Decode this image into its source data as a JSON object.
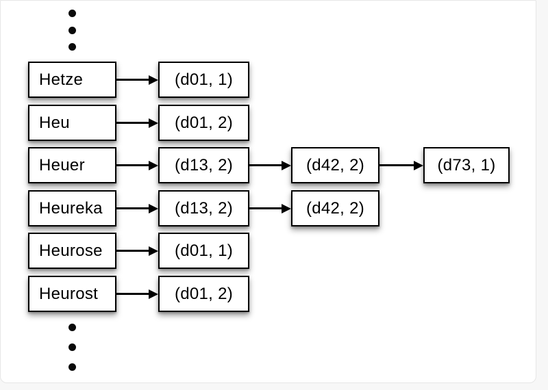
{
  "diagram": {
    "type": "inverted-index-postings",
    "rows": [
      {
        "term": "Hetze",
        "postings": [
          "(d01, 1)"
        ]
      },
      {
        "term": "Heu",
        "postings": [
          "(d01, 2)"
        ]
      },
      {
        "term": "Heuer",
        "postings": [
          "(d13, 2)",
          "(d42, 2)",
          "(d73, 1)"
        ]
      },
      {
        "term": "Heureka",
        "postings": [
          "(d13, 2)",
          "(d42, 2)"
        ]
      },
      {
        "term": "Heurose",
        "postings": [
          "(d01, 1)"
        ]
      },
      {
        "term": "Heurost",
        "postings": [
          "(d01, 2)"
        ]
      }
    ],
    "ellipsis_top_dots": 3,
    "ellipsis_bottom_dots": 3,
    "colors": {
      "box_border": "#000000",
      "box_fill": "#ffffff",
      "arrow": "#000000",
      "canvas_bg": "#ffffff",
      "page_bg": "#f7f7f7",
      "card_border": "#e6e6e6"
    }
  }
}
